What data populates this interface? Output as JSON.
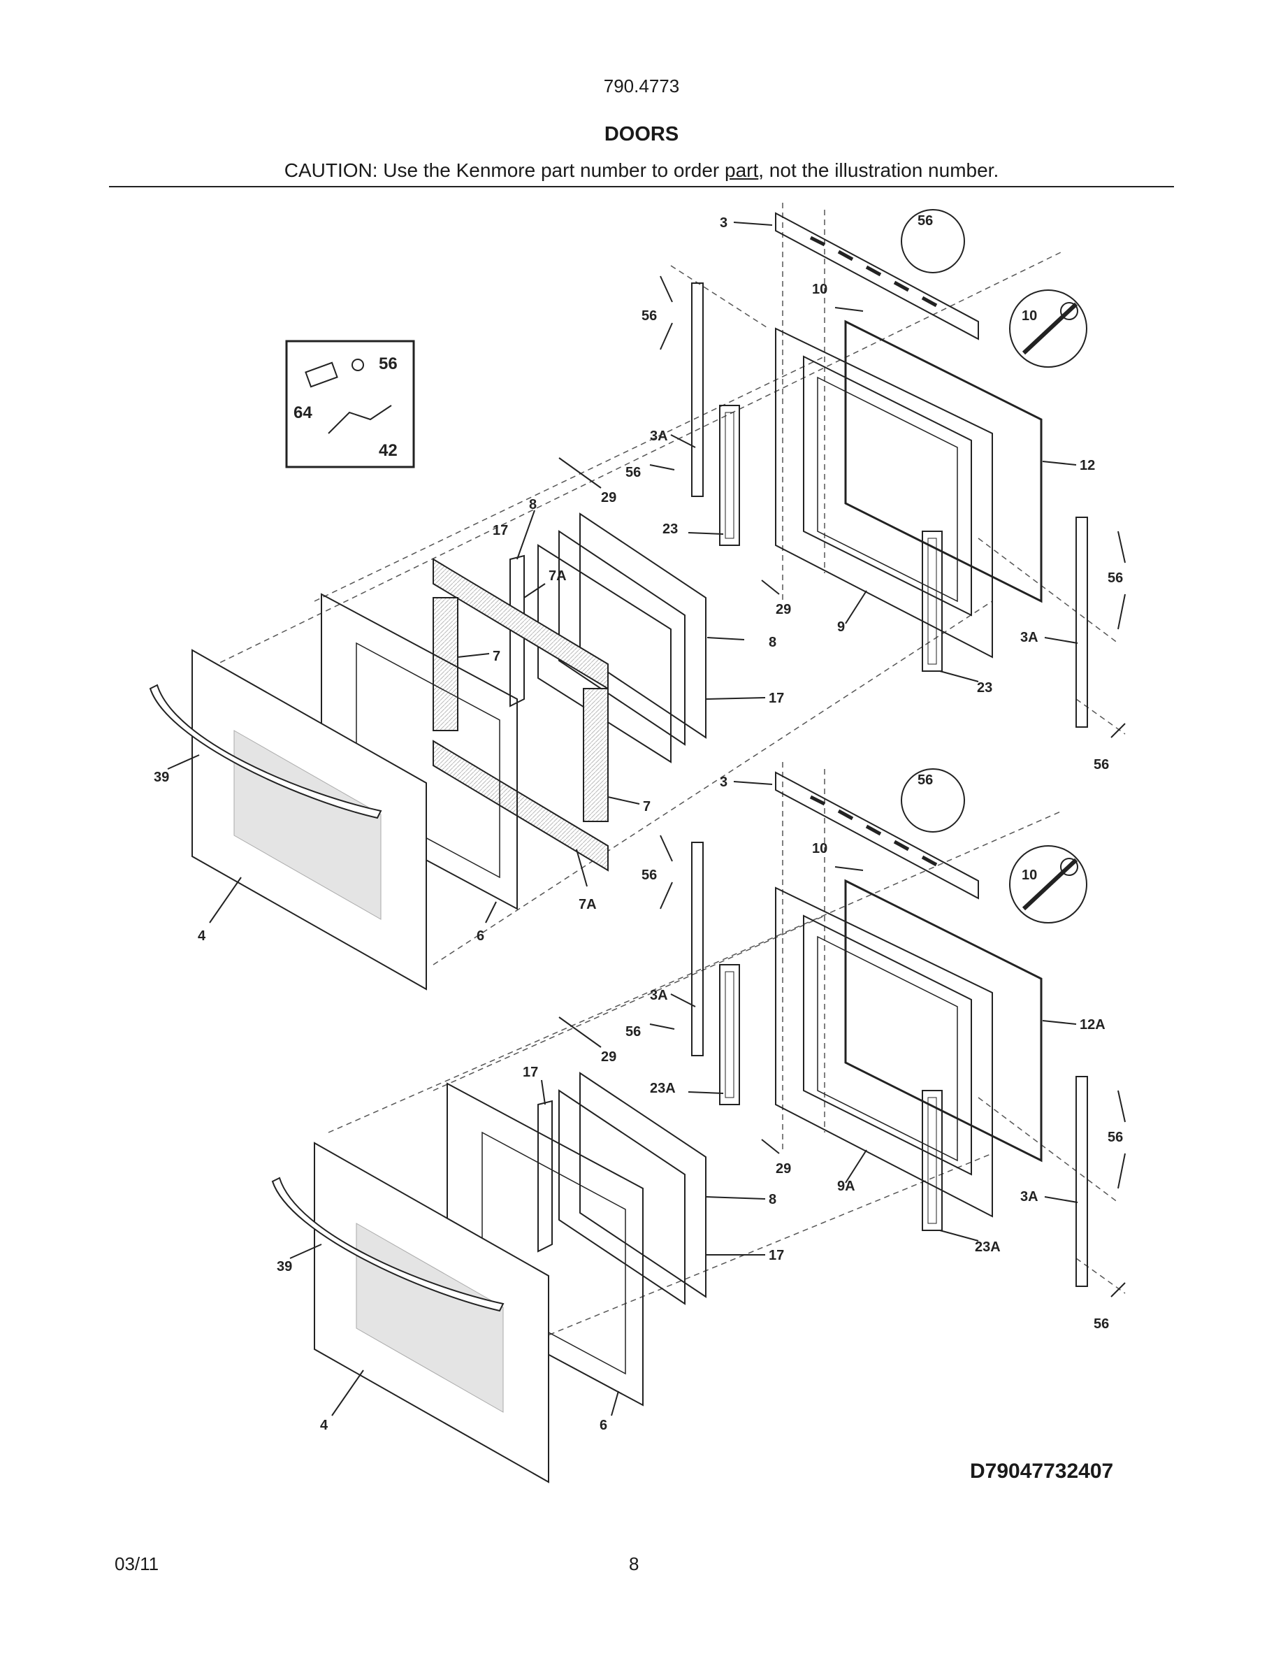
{
  "header": {
    "model_number": "790.4773",
    "section_title": "DOORS",
    "caution_prefix": "CAUTION: Use the Kenmore part number to order ",
    "caution_link": "part",
    "caution_suffix": ", not the illustration number."
  },
  "callouts": {
    "upper": {
      "p3": "3",
      "p56_top": "56",
      "p56_left": "56",
      "p10": "10",
      "p10_zoom": "10",
      "p3a_left": "3A",
      "p56_mid": "56",
      "p29_a": "29",
      "p12": "12",
      "p23_left": "23",
      "p29_b": "29",
      "p8_top": "8",
      "p17_top": "17",
      "p7a_top": "7A",
      "p9": "9",
      "p56_right": "56",
      "p8_right": "8",
      "p3a_right": "3A",
      "p7_upper": "7",
      "p17_right": "17",
      "p23_right": "23",
      "p56_bottom": "56",
      "p39": "39",
      "p7_lower": "7",
      "p7a_bottom": "7A",
      "p4": "4",
      "p6": "6"
    },
    "inset": {
      "p56": "56",
      "p64": "64",
      "p42": "42"
    },
    "lower": {
      "p3": "3",
      "p56_top": "56",
      "p56_left": "56",
      "p10": "10",
      "p10_zoom": "10",
      "p3a_left": "3A",
      "p56_mid": "56",
      "p12a": "12A",
      "p29_a": "29",
      "p17_top": "17",
      "p23a_left": "23A",
      "p29_b": "29",
      "p9a": "9A",
      "p56_right": "56",
      "p8_right": "8",
      "p3a_right": "3A",
      "p17_right": "17",
      "p23a_right": "23A",
      "p39": "39",
      "p56_bottom": "56",
      "p4": "4",
      "p6": "6"
    }
  },
  "diagram_code": "D79047732407",
  "footer": {
    "date": "03/11",
    "page_number": "8"
  }
}
